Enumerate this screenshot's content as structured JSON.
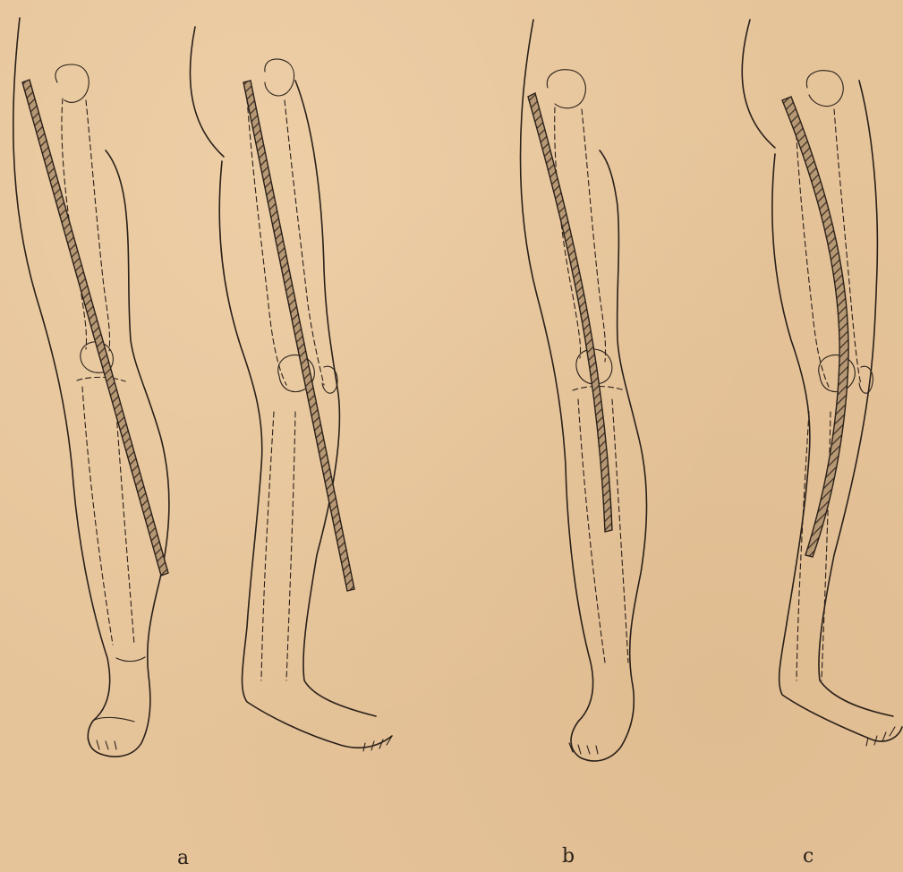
{
  "figure": {
    "panel_labels": [
      "a",
      "b",
      "c"
    ]
  },
  "colors": {
    "paper": "#e6c49a",
    "ink": "#2a2019"
  }
}
